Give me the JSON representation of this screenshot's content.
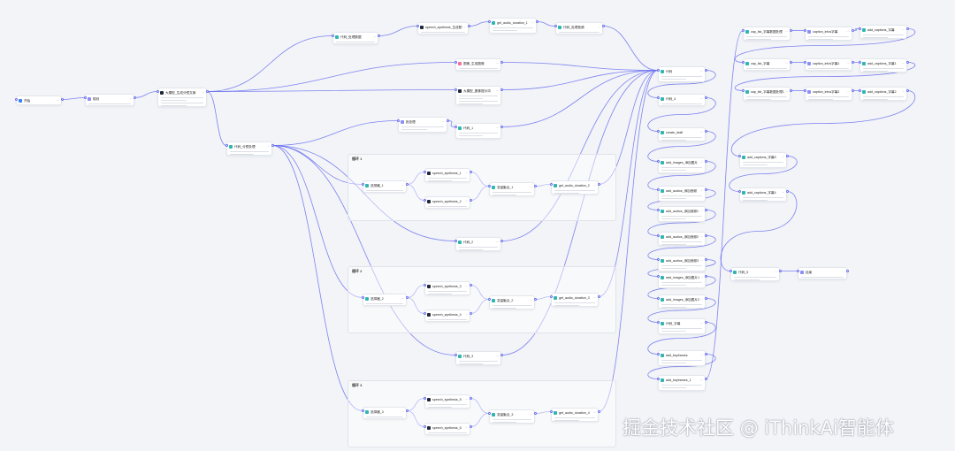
{
  "watermark": "掘金技术社区 @ iThinkAi智能体",
  "colors": {
    "edge": "#6a6ff0",
    "teal": "#2fb6b0",
    "blue": "#3b82f6",
    "dark": "#1f2937",
    "purple": "#8b8ff6",
    "pink": "#f26fa0",
    "green": "#22c55e"
  },
  "groups": [
    {
      "id": "g1",
      "label": "循环 1"
    },
    {
      "id": "g2",
      "label": "循环 2"
    },
    {
      "id": "g3",
      "label": "循环 3"
    }
  ],
  "nodes": [
    {
      "id": "start",
      "title": "开始",
      "icon": "blue"
    },
    {
      "id": "plan",
      "title": "规划",
      "icon": "purple"
    },
    {
      "id": "llm_main",
      "title": "大模型_生成分镜文案",
      "icon": "dark"
    },
    {
      "id": "code_top",
      "title": "代码_处理数据",
      "icon": "teal"
    },
    {
      "id": "llm_top",
      "title": "speech_synthesis_生成配音",
      "icon": "dark"
    },
    {
      "id": "get_audio_top",
      "title": "get_audio_duration_1",
      "icon": "teal"
    },
    {
      "id": "code_top2",
      "title": "代码_处理音频",
      "icon": "teal"
    },
    {
      "id": "img_gen",
      "title": "图像_生成图像",
      "icon": "pink"
    },
    {
      "id": "llm_mid",
      "title": "大模型_图像提示词",
      "icon": "dark"
    },
    {
      "id": "batch_top",
      "title": "批处理",
      "icon": "purple"
    },
    {
      "id": "code_mid",
      "title": "代码_1",
      "icon": "teal"
    },
    {
      "id": "code_split",
      "title": "代码_分镜处理",
      "icon": "teal"
    },
    {
      "id": "sel1",
      "title": "选择器_1",
      "icon": "teal"
    },
    {
      "id": "sp1a",
      "title": "speech_synthesis_1",
      "icon": "dark"
    },
    {
      "id": "sp1b",
      "title": "speech_synthesis_2",
      "icon": "dark"
    },
    {
      "id": "merge1",
      "title": "变量聚合_1",
      "icon": "teal"
    },
    {
      "id": "audio1",
      "title": "get_audio_duration_2",
      "icon": "teal"
    },
    {
      "id": "code_l1",
      "title": "代码_2",
      "icon": "teal"
    },
    {
      "id": "sel2",
      "title": "选择器_2",
      "icon": "teal"
    },
    {
      "id": "sp2a",
      "title": "speech_synthesis_3",
      "icon": "dark"
    },
    {
      "id": "sp2b",
      "title": "speech_synthesis_4",
      "icon": "dark"
    },
    {
      "id": "merge2",
      "title": "变量聚合_2",
      "icon": "teal"
    },
    {
      "id": "audio2",
      "title": "get_audio_duration_3",
      "icon": "teal"
    },
    {
      "id": "code_l2",
      "title": "代码_3",
      "icon": "teal"
    },
    {
      "id": "sel3",
      "title": "选择器_3",
      "icon": "teal"
    },
    {
      "id": "sp3a",
      "title": "speech_synthesis_5",
      "icon": "dark"
    },
    {
      "id": "sp3b",
      "title": "speech_synthesis_6",
      "icon": "dark"
    },
    {
      "id": "merge3",
      "title": "变量聚合_3",
      "icon": "teal"
    },
    {
      "id": "audio3",
      "title": "get_audio_duration_4",
      "icon": "teal"
    },
    {
      "id": "code_r1",
      "title": "代码",
      "icon": "teal"
    },
    {
      "id": "code_r2",
      "title": "代码_4",
      "icon": "teal"
    },
    {
      "id": "create_draft",
      "title": "create_draft",
      "icon": "teal"
    },
    {
      "id": "add_images1",
      "title": "add_images_添加图片",
      "icon": "teal"
    },
    {
      "id": "add_audios1",
      "title": "add_audios_添加音频",
      "icon": "teal"
    },
    {
      "id": "add_audios2",
      "title": "add_audios_添加音频1",
      "icon": "teal"
    },
    {
      "id": "add_audios3",
      "title": "add_audios_添加音频2",
      "icon": "teal"
    },
    {
      "id": "add_audios4",
      "title": "add_audios_添加音频3",
      "icon": "teal"
    },
    {
      "id": "add_images2",
      "title": "add_images_添加图片1",
      "icon": "teal"
    },
    {
      "id": "add_images3",
      "title": "add_images_添加图片2",
      "icon": "teal"
    },
    {
      "id": "code_caption",
      "title": "代码_字幕",
      "icon": "teal"
    },
    {
      "id": "add_keyframes1",
      "title": "add_keyframes",
      "icon": "teal"
    },
    {
      "id": "add_keyframes2",
      "title": "add_keyframes_1",
      "icon": "teal"
    },
    {
      "id": "cap_list1",
      "title": "cap_list_字幕数据处理",
      "icon": "teal"
    },
    {
      "id": "cap_list2",
      "title": "cap_list_字幕",
      "icon": "teal"
    },
    {
      "id": "cap_list3",
      "title": "cap_list_字幕数据处理1",
      "icon": "teal"
    },
    {
      "id": "caption_infos1",
      "title": "caption_infos字幕",
      "icon": "purple"
    },
    {
      "id": "caption_infos2",
      "title": "caption_infos字幕1",
      "icon": "purple"
    },
    {
      "id": "caption_infos3",
      "title": "caption_infos字幕2",
      "icon": "purple"
    },
    {
      "id": "add_captions1",
      "title": "add_captions_字幕",
      "icon": "teal"
    },
    {
      "id": "add_captions2",
      "title": "add_captions_字幕1",
      "icon": "teal"
    },
    {
      "id": "add_captions3",
      "title": "add_captions_字幕2",
      "icon": "teal"
    },
    {
      "id": "add_captions4",
      "title": "add_captions_字幕3",
      "icon": "teal"
    },
    {
      "id": "add_captions5",
      "title": "add_captions_字幕4",
      "icon": "teal"
    },
    {
      "id": "end_code",
      "title": "代码_5",
      "icon": "teal"
    },
    {
      "id": "end",
      "title": "结束",
      "icon": "purple"
    }
  ]
}
